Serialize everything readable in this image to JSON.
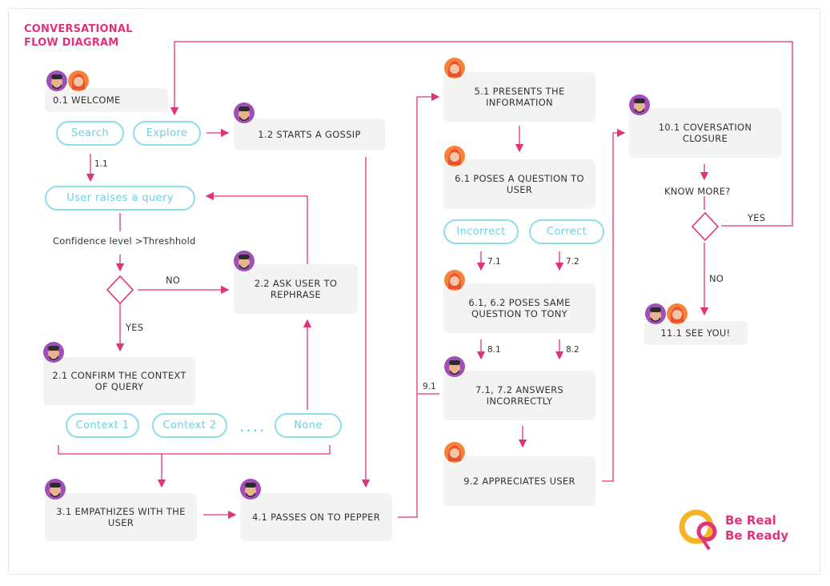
{
  "title": {
    "line1": "CONVERSATIONAL",
    "line2": "FLOW DIAGRAM"
  },
  "boxes": {
    "welcome": "0.1 WELCOME",
    "gossip": "1.2 STARTS A GOSSIP",
    "rephrase": "2.2 ASK USER TO REPHRASE",
    "confirm": "2.1 CONFIRM THE CONTEXT OF QUERY",
    "empathize": "3.1 EMPATHIZES WITH THE USER",
    "passes": "4.1 PASSES ON TO PEPPER",
    "presents": "5.1 PRESENTS THE INFORMATION",
    "poses": "6.1 POSES A QUESTION TO USER",
    "poses_same": "6.1, 6.2 POSES SAME QUESTION TO TONY",
    "answers": "7.1, 7.2 ANSWERS INCORRECTLY",
    "appreciates": "9.2 APPRECIATES USER",
    "closure": "10.1 COVERSATION CLOSURE",
    "see_you": "11.1 SEE YOU!"
  },
  "pills": {
    "search": "Search",
    "explore": "Explore",
    "query": "User raises a query",
    "context1": "Context 1",
    "context2": "Context 2",
    "dots": "....",
    "none": "None",
    "incorrect": "Incorrect",
    "correct": "Correct"
  },
  "labels": {
    "l11": "1.1",
    "confidence": "Confidence level >Threshhold",
    "no1": "NO",
    "yes1": "YES",
    "l71": "7.1",
    "l72": "7.2",
    "l81": "8.1",
    "l82": "8.2",
    "l91": "9.1",
    "know_more": "KNOW MORE?",
    "yes2": "YES",
    "no2": "NO"
  },
  "brand": {
    "line1": "Be Real",
    "line2": "Be Ready"
  },
  "colors": {
    "accent": "#e0337a",
    "pill_border": "#8fdde8",
    "pill_text": "#6fcfe0",
    "box_bg": "#f3f3f3",
    "male_avatar": "#a14fb8",
    "female_avatar": "#f7823b"
  }
}
